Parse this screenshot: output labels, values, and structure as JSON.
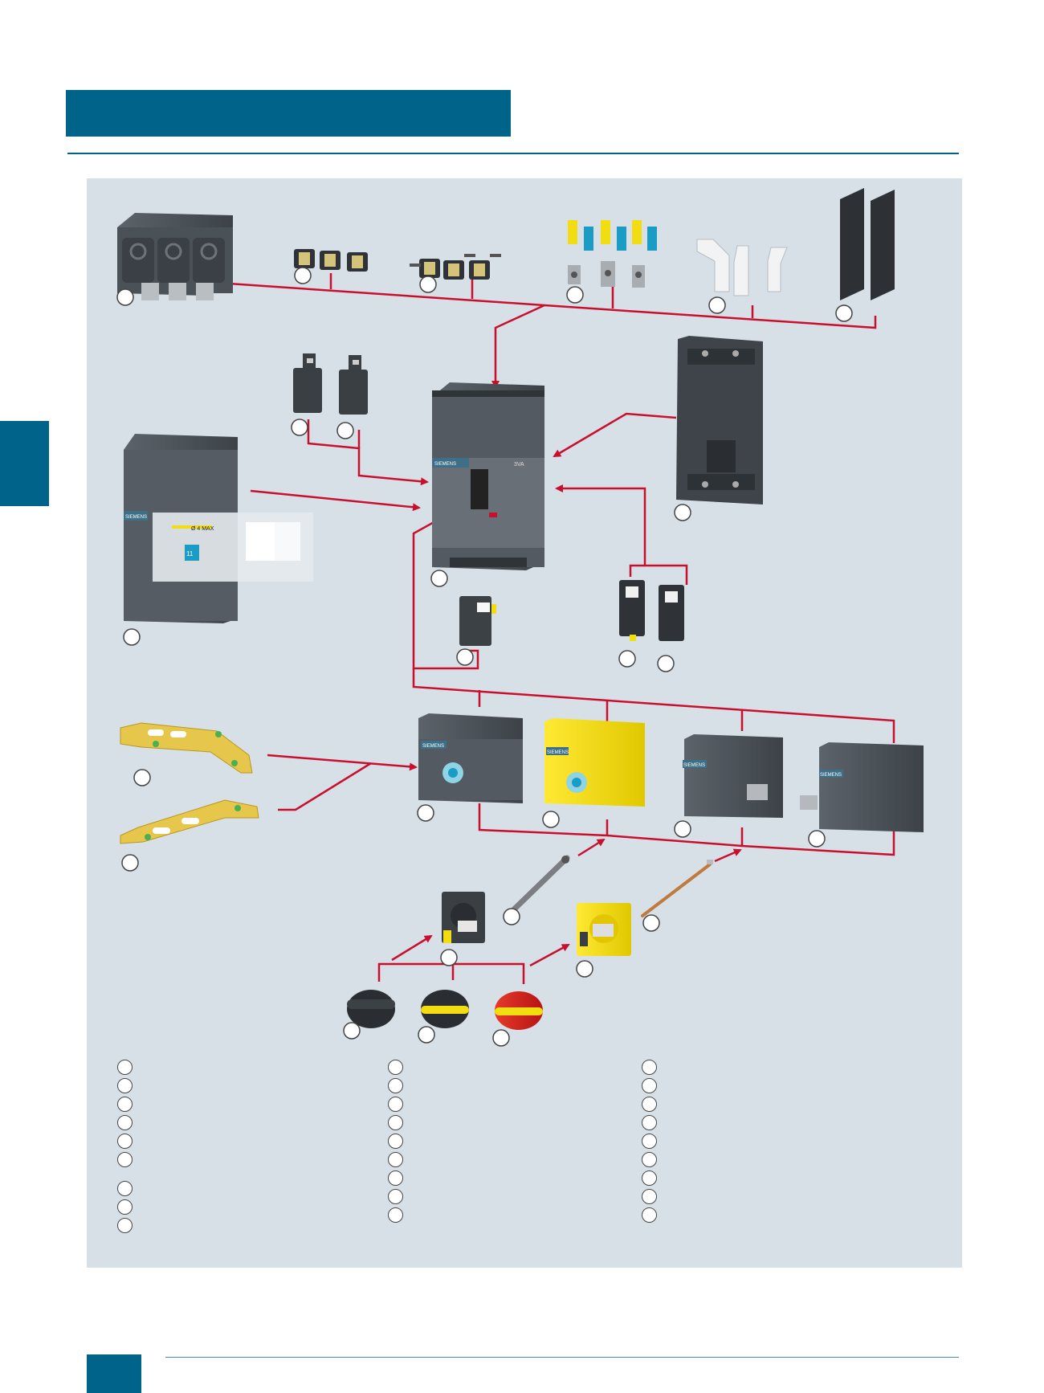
{
  "header": {
    "title": ""
  },
  "colors": {
    "brand": "#00648a",
    "panel": "#d8e0e7",
    "connector": "#c8102e",
    "breaker_gray": "#4b5259",
    "accessory_yellow": "#f2dd10",
    "handle_red": "#d21f1f",
    "terminal_blue": "#1b9cc4"
  },
  "breaker": {
    "brand_label": "SIEMENS",
    "model_label": "3VA"
  },
  "plugin_base": {
    "brand_label": "SIEMENS",
    "padlock_label": "Ø 4 MAX",
    "indicator_label": "11"
  },
  "operators": [
    {
      "name": "rotary-operator-gray",
      "brand_label": "SIEMENS"
    },
    {
      "name": "rotary-operator-yellow",
      "brand_label": "SIEMENS"
    },
    {
      "name": "motor-operator-1",
      "brand_label": "SIEMENS"
    },
    {
      "name": "motor-operator-2",
      "brand_label": "SIEMENS"
    }
  ],
  "icons": [
    "terminal-cover-icon",
    "box-terminal-icon",
    "cable-lug-icon",
    "busbar-extension-icon",
    "phase-barrier-icon",
    "auxiliary-release-icon",
    "circuit-breaker-icon",
    "mounting-plate-icon",
    "plugin-socket-icon",
    "auxiliary-switch-icon",
    "interlock-icon",
    "rotary-operator-icon",
    "motor-operator-icon",
    "extension-shaft-icon",
    "door-handle-icon"
  ]
}
